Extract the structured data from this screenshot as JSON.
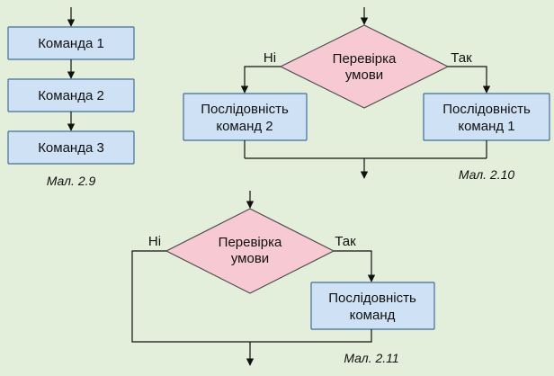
{
  "colors": {
    "background": "#e3eedb",
    "box_fill": "#cfe1f4",
    "box_stroke": "#3f6f9a",
    "diamond_fill": "#f6c9d3",
    "diamond_stroke": "#4d4d4d",
    "line": "#111111"
  },
  "fig_2_9": {
    "commands": [
      "Команда 1",
      "Команда 2",
      "Команда 3"
    ],
    "caption": "Мал. 2.9"
  },
  "fig_2_10": {
    "condition": [
      "Перевірка",
      "умови"
    ],
    "no_label": "Ні",
    "yes_label": "Так",
    "left_box": [
      "Послідовність",
      "команд 2"
    ],
    "right_box": [
      "Послідовність",
      "команд 1"
    ],
    "caption": "Мал. 2.10"
  },
  "fig_2_11": {
    "condition": [
      "Перевірка",
      "умови"
    ],
    "no_label": "Ні",
    "yes_label": "Так",
    "box": [
      "Послідовність",
      "команд"
    ],
    "caption": "Мал. 2.11"
  }
}
